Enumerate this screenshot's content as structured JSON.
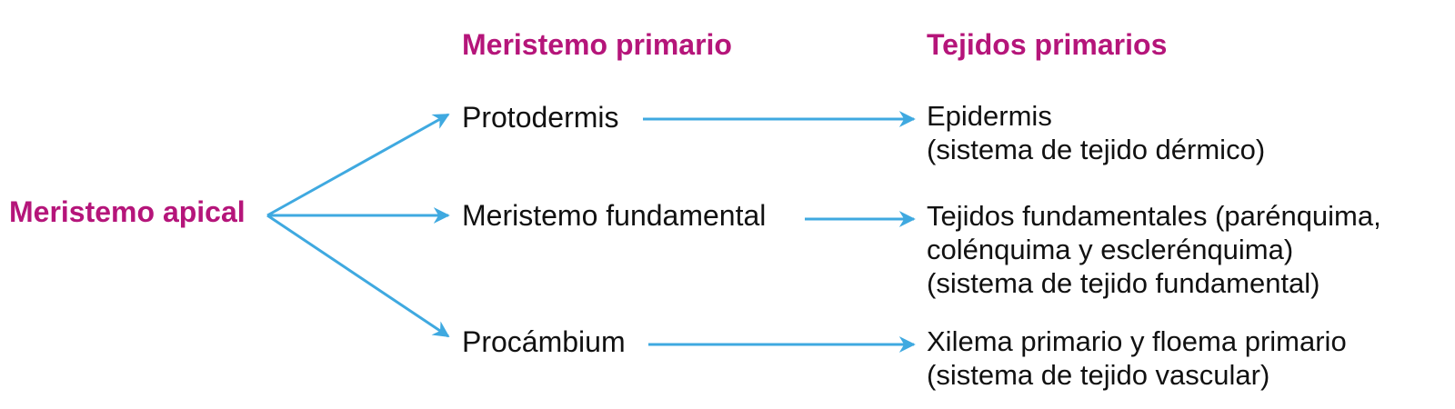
{
  "colors": {
    "heading": "#b5157a",
    "arrow": "#3fa9e0",
    "text": "#111111"
  },
  "headings": {
    "source": "Meristemo apical",
    "primary_meristem": "Meristemo primario",
    "primary_tissues": "Tejidos primarios"
  },
  "rows": [
    {
      "meristem": "Protodermis",
      "tissue_lines": [
        "Epidermis",
        "(sistema de tejido dérmico)"
      ]
    },
    {
      "meristem": "Meristemo fundamental",
      "tissue_lines": [
        "Tejidos fundamentales (parénquima,",
        "colénquima y esclerénquima)",
        "(sistema de tejido fundamental)"
      ]
    },
    {
      "meristem": "Procámbium",
      "tissue_lines": [
        "Xilema primario y floema primario",
        "(sistema de tejido vascular)"
      ]
    }
  ]
}
